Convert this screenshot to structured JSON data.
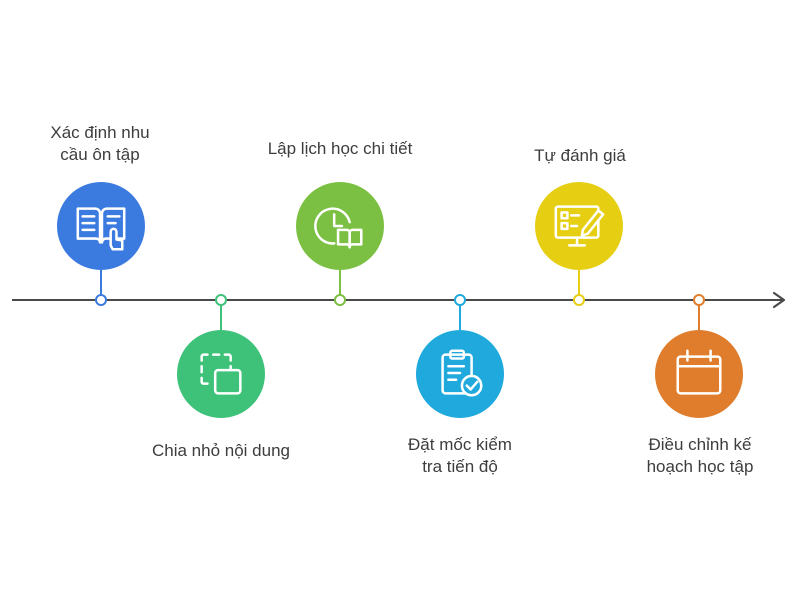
{
  "steps": [
    {
      "label_lines": [
        "Xác định nhu",
        "cầu ôn tập"
      ],
      "color": "#3b7be0",
      "icon": "open-book-hand-icon"
    },
    {
      "label_lines": [
        "Chia nhỏ nội dung"
      ],
      "color": "#3ec27a",
      "icon": "split-squares-icon"
    },
    {
      "label_lines": [
        "Lập lịch học chi tiết"
      ],
      "color": "#7cc043",
      "icon": "clock-book-icon"
    },
    {
      "label_lines": [
        "Đặt mốc kiểm",
        "tra tiến độ"
      ],
      "color": "#1fa9dc",
      "icon": "clipboard-check-icon"
    },
    {
      "label_lines": [
        "Tự đánh giá"
      ],
      "color": "#e6cf12",
      "icon": "monitor-checklist-pencil-icon"
    },
    {
      "label_lines": [
        "Điều chỉnh kế",
        "hoạch học tập"
      ],
      "color": "#e07d2c",
      "icon": "calendar-icon"
    }
  ]
}
